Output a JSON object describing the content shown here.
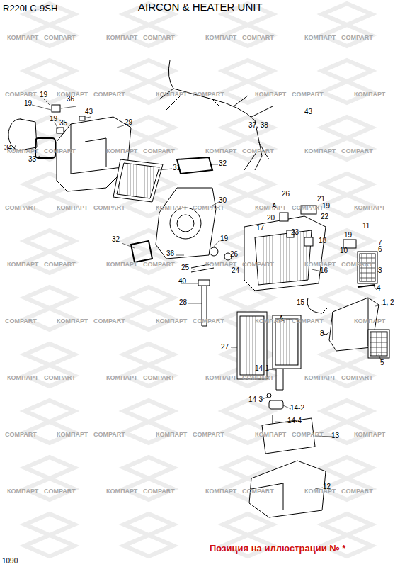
{
  "diagram": {
    "title": "AIRCON & HEATER UNIT",
    "caption": "Позиция на иллюстрации № *",
    "labels": [
      "R220LC-9SH",
      "1090",
      "19",
      "36",
      "19",
      "43",
      "19",
      "35",
      "29",
      "34",
      "33",
      "31",
      "32",
      "37, 38",
      "43",
      "30",
      "26",
      "21",
      "19",
      "A",
      "22",
      "20",
      "17",
      "23",
      "19",
      "32",
      "18",
      "11",
      "19",
      "7",
      "6",
      "10",
      "36",
      "26",
      "24",
      "25",
      "16",
      "3",
      "40",
      "4",
      "28",
      "15",
      "1, 2",
      "A",
      "8",
      "27",
      "5",
      "14-1",
      "14-3",
      "14-2",
      "14-4",
      "13",
      "12",
      "КОМПАРТ",
      "COMPART",
      "КОМПАРТ",
      "COMPART",
      "КОМПАРТ",
      "COMPART",
      "КОМПАРТ",
      "COMPART",
      "КОМПАРТ",
      "COMPART",
      "КОМПАРТ",
      "COMPART",
      "КОМПАРТ",
      "COMPART",
      "КОМПАРТ",
      "COMPART",
      "КОМПАРТ",
      "COMPART",
      "КОМПАРТ",
      "COMPART",
      "КОМПАРТ",
      "COMPART",
      "КОМПАРТ",
      "COMPART",
      "КОМПАРТ",
      "COMPART",
      "КОМПАРТ",
      "COMPART",
      "КОМПАРТ",
      "COMPART",
      "КОМПАРТ",
      "COMPART",
      "КОМПАРТ",
      "COMPART",
      "КОМПАРТ",
      "COMPART",
      "КОМПАРТ",
      "COMPART",
      "КОМПАРТ",
      "COMPART",
      "КОМПАРТ",
      "COMPART",
      "КОМПАРТ",
      "COMPART",
      "КОМПАРТ",
      "COMPART",
      "КОМПАРТ",
      "COMPART",
      "КОМПАРТ",
      "COMPART",
      "КОМПАРТ",
      "COMPART",
      "КОМПАРТ",
      "COMPART",
      "КОМПАРТ",
      "COMPART",
      "КОМПАРТ",
      "COMPART",
      "КОМПАРТ",
      "COMPART",
      "КОМПАРТ",
      "COMPART",
      "КОМПАРТ",
      "COMPART",
      "КОМПАРТ",
      "COMPART",
      "КОМПАРТ",
      "COMPART",
      "КОМПАРТ",
      "COMPART",
      "КОМПАРТ",
      "COMPART"
    ]
  }
}
